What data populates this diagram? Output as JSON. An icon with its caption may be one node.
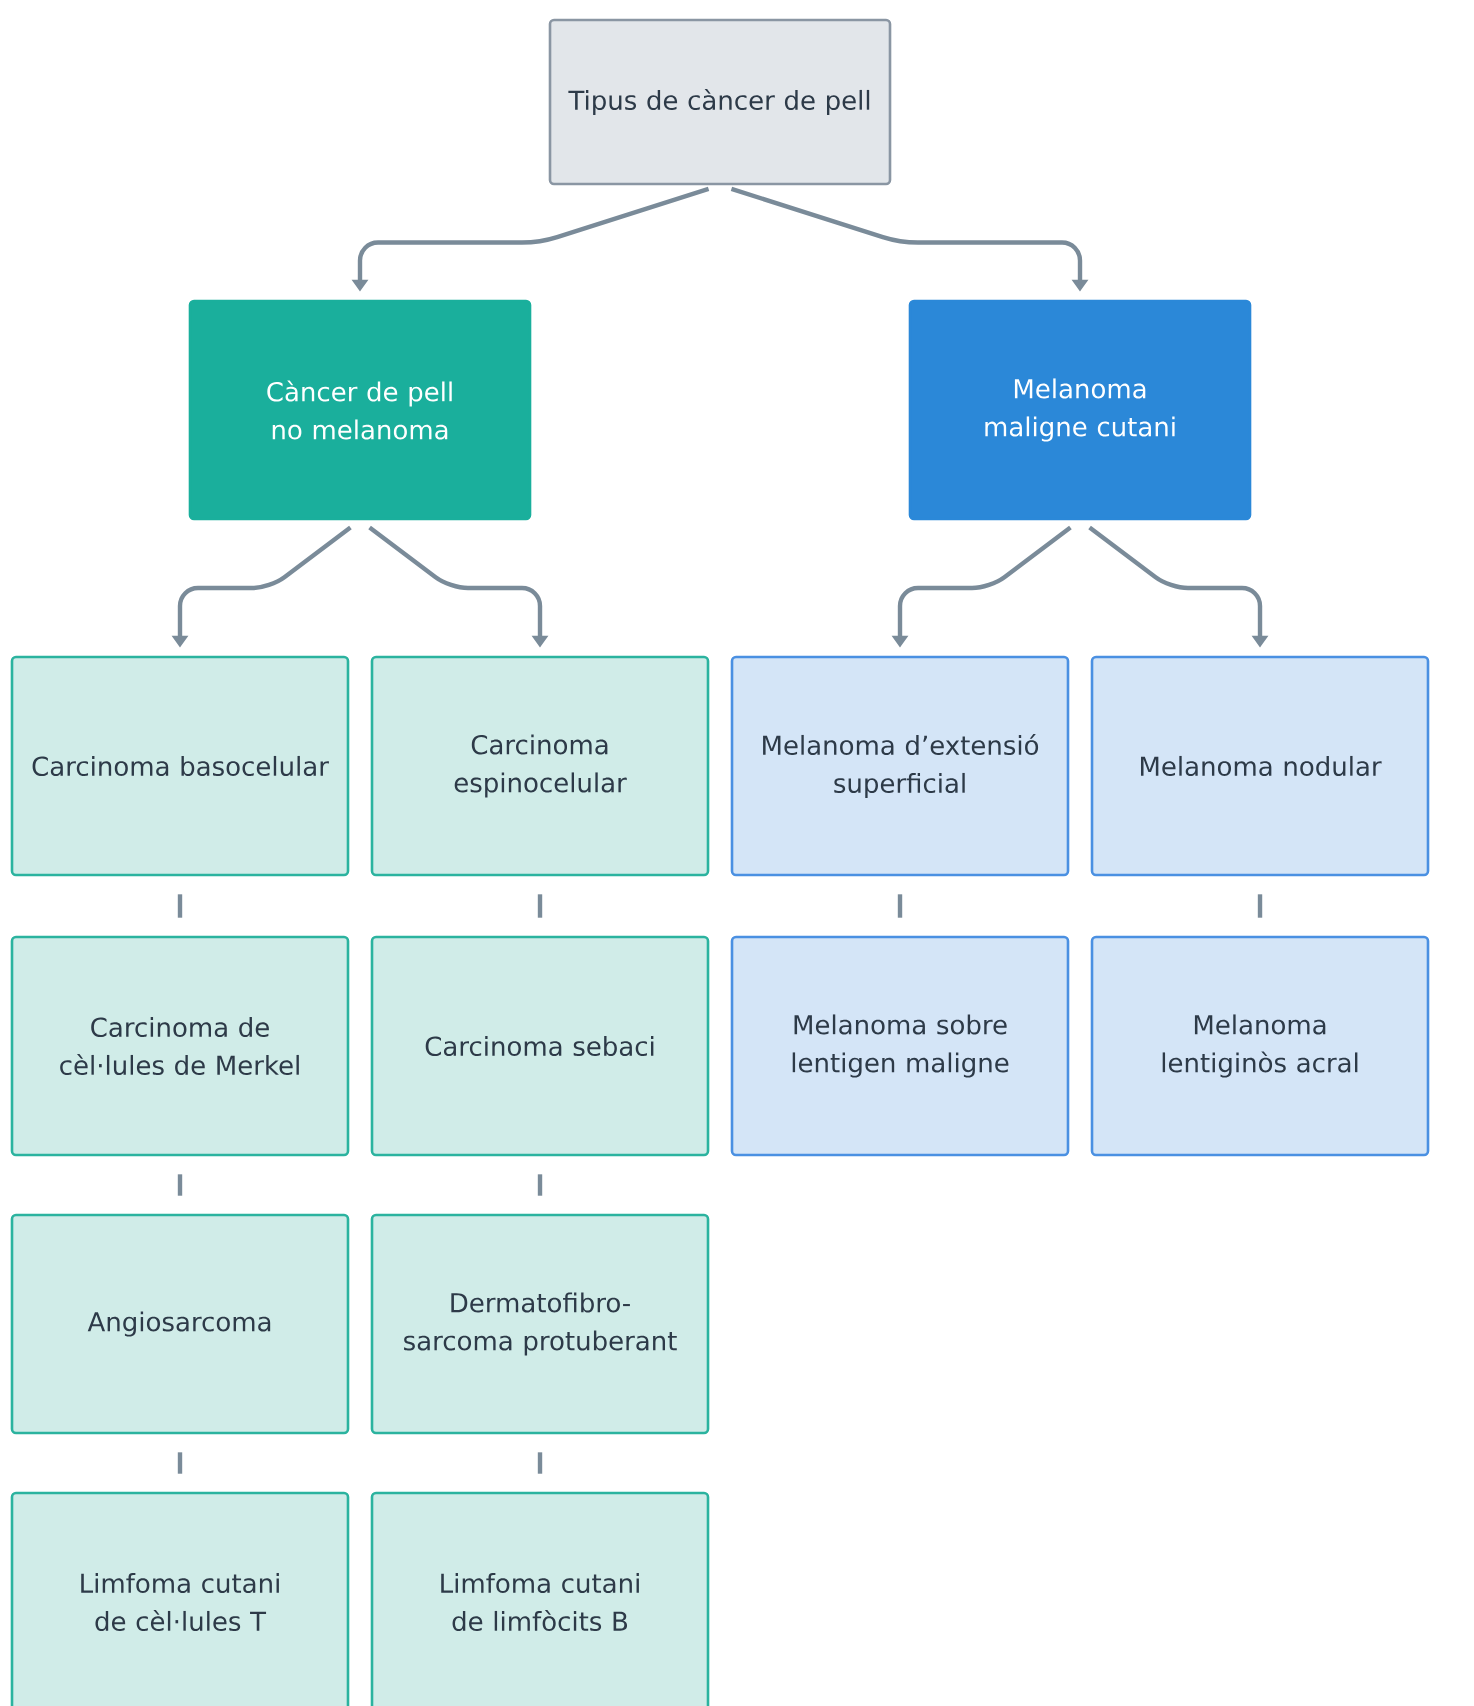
{
  "diagram": {
    "nodes": [
      {
        "text": [
          "Tipus de càncer de pell"
        ]
      },
      {
        "text": [
          "Càncer de pell no melanoma"
        ]
      },
      {
        "text": [
          "Melanoma maligne cutani"
        ]
      },
      {
        "text": [
          "Carcinoma basocelular"
        ]
      },
      {
        "text": [
          "Carcinoma espinocelular"
        ]
      },
      {
        "text": [
          "Melanoma d’extensió superficial"
        ]
      },
      {
        "text": [
          "Melanoma nodular"
        ]
      },
      {
        "text": [
          "Carcinoma de cèl·lules de Merkel"
        ]
      },
      {
        "text": [
          "Carcinoma sebaci"
        ]
      },
      {
        "text": [
          "Melanoma sobre lentigen maligne"
        ]
      },
      {
        "text": [
          "Melanoma lentiginòs acral"
        ]
      },
      {
        "text": [
          "Angiosarcoma"
        ]
      },
      {
        "text": [
          "Dermatofibro-sarcoma protuberant"
        ]
      },
      {
        "text": [
          "Limfoma cutani de cèl·lules T"
        ]
      },
      {
        "text": [
          "Limfoma cutani de limfòcits B"
        ]
      }
    ],
    "edges": [
      {
        "from": 0,
        "to": 1,
        "arrow": "to"
      },
      {
        "from": 0,
        "to": 2,
        "arrow": "to"
      },
      {
        "from": 1,
        "to": 3,
        "arrow": "to"
      },
      {
        "from": 1,
        "to": 4,
        "arrow": "to"
      },
      {
        "from": 2,
        "to": 5,
        "arrow": "to"
      },
      {
        "from": 2,
        "to": 6,
        "arrow": "to"
      },
      {
        "from": 3,
        "to": 7,
        "arrow": "none"
      },
      {
        "from": 7,
        "to": 11,
        "arrow": "none"
      },
      {
        "from": 11,
        "to": 13,
        "arrow": "none"
      },
      {
        "from": 4,
        "to": 8,
        "arrow": "none"
      },
      {
        "from": 8,
        "to": 12,
        "arrow": "none"
      },
      {
        "from": 12,
        "to": 14,
        "arrow": "none"
      },
      {
        "from": 5,
        "to": 9,
        "arrow": "none"
      },
      {
        "from": 6,
        "to": 10,
        "arrow": "none"
      }
    ]
  }
}
